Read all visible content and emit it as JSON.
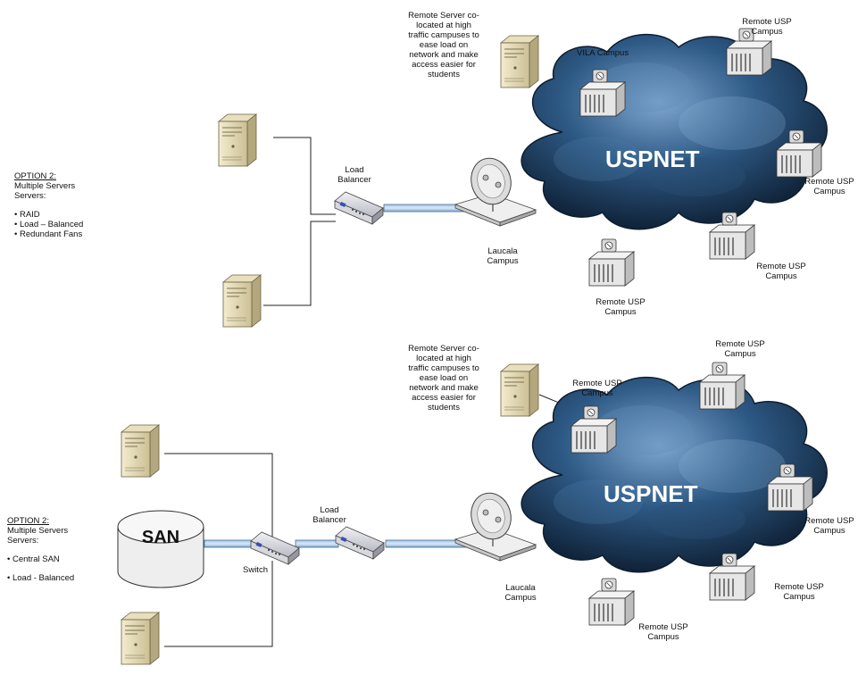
{
  "option1": {
    "title": "OPTION 2:",
    "subtitle1": "Multiple Servers",
    "subtitle2": "Servers:",
    "bullets": [
      "• RAID",
      "• Load – Balanced",
      "• Redundant Fans"
    ]
  },
  "option2": {
    "title": "OPTION 2:",
    "subtitle1": "Multiple Servers",
    "subtitle2": "Servers:",
    "bullets": [
      "• Central SAN",
      "• Load - Balanced"
    ]
  },
  "top": {
    "note": [
      "Remote Server co-",
      "located at high",
      "traffic campuses to",
      "ease load on",
      "network and make",
      "access easier for",
      "students"
    ],
    "load_balancer": [
      "Load",
      "Balancer"
    ],
    "laucala": [
      "Laucala",
      "Campus"
    ],
    "cloud_label": "USPNET",
    "vila": "VILA Campus",
    "remote_top": [
      "Remote USP",
      "Campus"
    ],
    "remote_right": [
      "Remote USP",
      "Campus"
    ],
    "remote_br": [
      "Remote USP",
      "Campus"
    ],
    "remote_bottom": [
      "Remote USP",
      "Campus"
    ]
  },
  "bottom": {
    "note": [
      "Remote Server co-",
      "located at high",
      "traffic campuses to",
      "ease load on",
      "network and make",
      "access easier for",
      "students"
    ],
    "load_balancer": [
      "Load",
      "Balancer"
    ],
    "switch": "Switch",
    "san": "SAN",
    "laucala": [
      "Laucala",
      "Campus"
    ],
    "cloud_label": "USPNET",
    "remote_left": [
      "Remote USP",
      "Campus"
    ],
    "remote_top": [
      "Remote USP",
      "Campus"
    ],
    "remote_right": [
      "Remote USP",
      "Campus"
    ],
    "remote_br": [
      "Remote USP",
      "Campus"
    ],
    "remote_bottom": [
      "Remote USP",
      "Campus"
    ]
  }
}
